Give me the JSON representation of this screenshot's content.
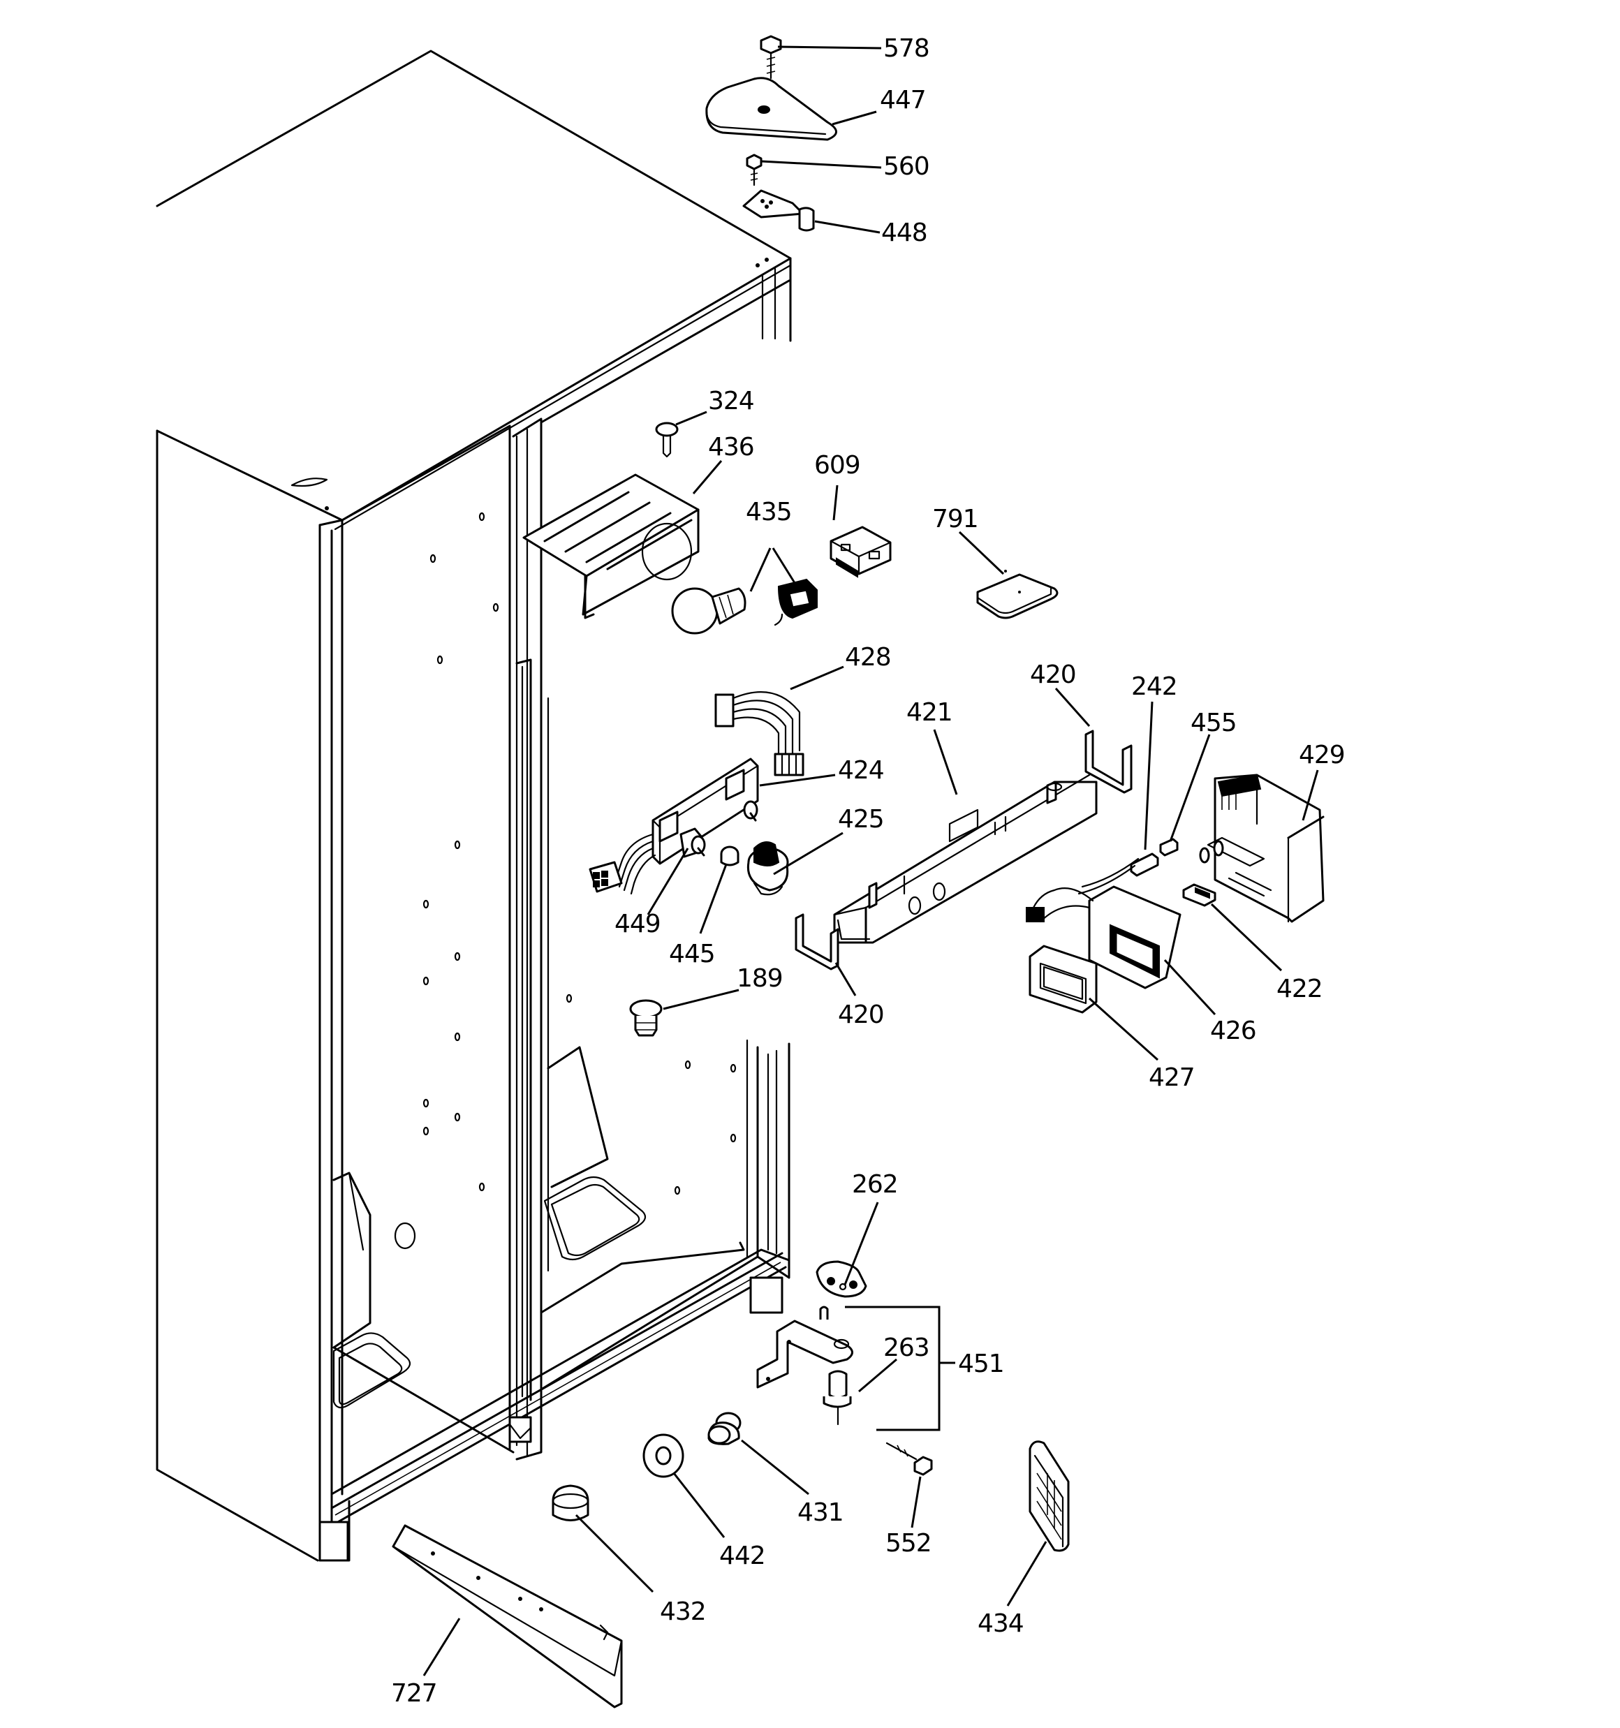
{
  "colors": {
    "line": "#000000",
    "background": "#ffffff"
  },
  "callouts": {
    "578": "578",
    "447": "447",
    "560": "560",
    "448": "448",
    "324": "324",
    "436": "436",
    "609": "609",
    "435": "435",
    "791": "791",
    "428": "428",
    "420a": "420",
    "242": "242",
    "455": "455",
    "421": "421",
    "429": "429",
    "424": "424",
    "425": "425",
    "449": "449",
    "445": "445",
    "189": "189",
    "420b": "420",
    "422": "422",
    "426": "426",
    "427": "427",
    "262": "262",
    "263": "263",
    "451": "451",
    "431": "431",
    "442": "442",
    "552": "552",
    "432": "432",
    "434": "434",
    "727": "727"
  }
}
